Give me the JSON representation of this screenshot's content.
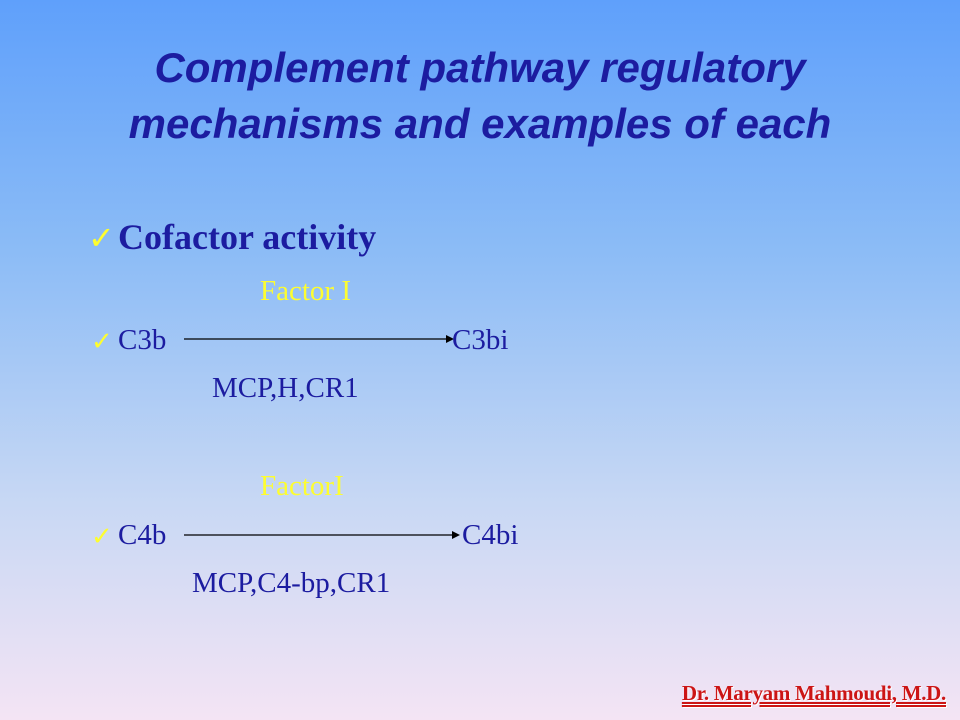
{
  "slide": {
    "title": "Complement pathway regulatory mechanisms and examples of each",
    "heading": "Cofactor activity",
    "reaction1": {
      "enzyme": "Factor I",
      "substrate": "C3b",
      "product": "C3bi",
      "cofactors": "MCP,H,CR1"
    },
    "reaction2": {
      "enzyme": "FactorI",
      "substrate": "C4b",
      "product": "C4bi",
      "cofactors": "MCP,C4-bp,CR1"
    },
    "check_glyph": "✓",
    "author": "Dr. Maryam Mahmoudi, M.D."
  },
  "colors": {
    "title": "#1c1ca0",
    "highlight": "#fdfd30",
    "signature": "#cc1515"
  }
}
